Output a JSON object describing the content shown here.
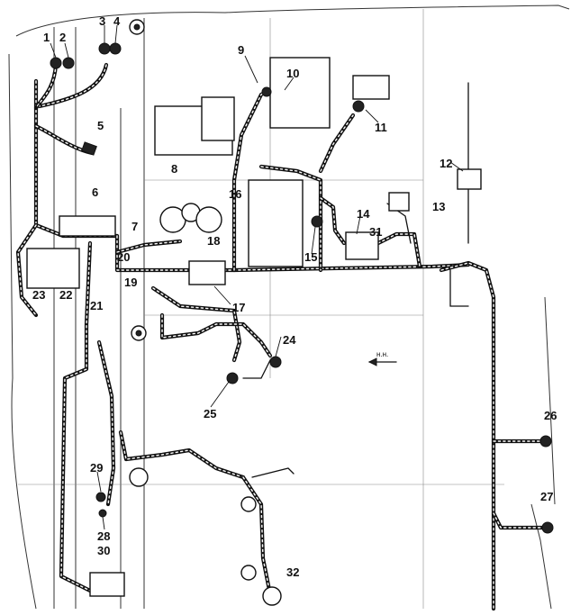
{
  "callouts": [
    "1",
    "2",
    "3",
    "4",
    "5",
    "6",
    "7",
    "8",
    "9",
    "10",
    "11",
    "12",
    "13",
    "14",
    "15",
    "16",
    "17",
    "18",
    "19",
    "20",
    "21",
    "22",
    "23",
    "24",
    "25",
    "26",
    "27",
    "28",
    "29",
    "30",
    "31",
    "32"
  ],
  "direction_mark": "н.н."
}
